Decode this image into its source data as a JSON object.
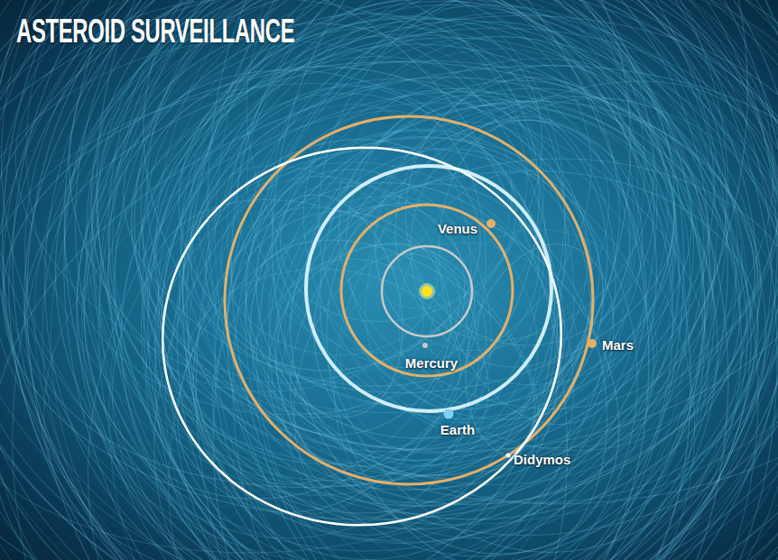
{
  "diagram": {
    "title": "ASTEROID SURVEILLANCE",
    "labels": [
      "Venus",
      "Mars",
      "Mercury",
      "Earth",
      "Didymos"
    ]
  }
}
